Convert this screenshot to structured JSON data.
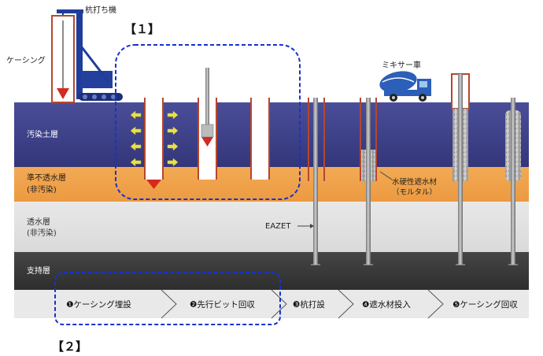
{
  "labels": {
    "rig": "杭打ち機",
    "casing": "ケーシング",
    "mixer": "ミキサー車",
    "bracket1": "【１】",
    "bracket2": "【２】",
    "eazet": "EAZET",
    "sealant_line1": "水硬性遮水材",
    "sealant_line2": "（モルタル）"
  },
  "layers": [
    {
      "line1": "汚染土層",
      "line2": "",
      "color": "#3c3f84"
    },
    {
      "line1": "準不透水層",
      "line2": "(非汚染)",
      "color": "#f0a24a"
    },
    {
      "line1": "透水層",
      "line2": "(非汚染)",
      "color": "#e2e2e2"
    },
    {
      "line1": "支持層",
      "line2": "",
      "color": "#3a3a3a"
    }
  ],
  "steps": [
    "❶ケーシング埋設",
    "❷先行ビット回収",
    "❸杭打設",
    "❹遮水材投入",
    "❺ケーシング回収"
  ],
  "colors": {
    "casing": "#b5472f",
    "rig": "#1f3d9a",
    "arrow_red": "#d42a1f",
    "arrow_yellow": "#e8e04a",
    "dash": "#1733c9",
    "truck": "#2b5fb8"
  }
}
